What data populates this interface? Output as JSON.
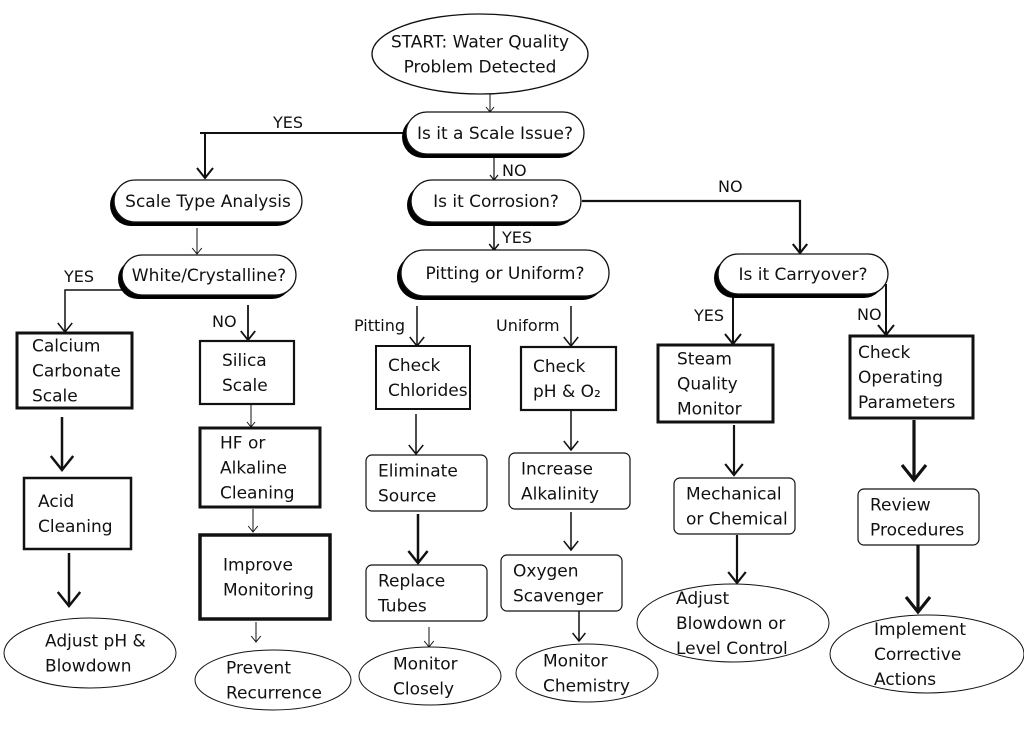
{
  "title": "Water Quality Troubleshooting Flowchart",
  "colors": {
    "stroke": "#111111",
    "background": "#ffffff",
    "shadow": "#000000"
  },
  "nodes": [
    {
      "id": "start",
      "type": "terminal",
      "lines": [
        "START: Water Quality",
        "Problem Detected"
      ]
    },
    {
      "id": "scale_q",
      "type": "decision",
      "lines": [
        "Is it a Scale Issue?"
      ]
    },
    {
      "id": "scale_type",
      "type": "decision",
      "lines": [
        "Scale Type Analysis"
      ]
    },
    {
      "id": "corrosion_q",
      "type": "decision",
      "lines": [
        "Is it Corrosion?"
      ]
    },
    {
      "id": "white_q",
      "type": "decision",
      "lines": [
        "White/Crystalline?"
      ]
    },
    {
      "id": "pitting_q",
      "type": "decision",
      "lines": [
        "Pitting or Uniform?"
      ]
    },
    {
      "id": "carryover_q",
      "type": "decision",
      "lines": [
        "Is it Carryover?"
      ]
    },
    {
      "id": "caco3",
      "type": "process",
      "lines": [
        "Calcium",
        "Carbonate",
        "Scale"
      ]
    },
    {
      "id": "silica",
      "type": "process",
      "lines": [
        "Silica",
        "Scale"
      ]
    },
    {
      "id": "chlorides",
      "type": "process",
      "lines": [
        "Check",
        "Chlorides"
      ]
    },
    {
      "id": "ph_o2",
      "type": "process",
      "lines": [
        "Check",
        "pH & O₂"
      ]
    },
    {
      "id": "steam",
      "type": "process",
      "lines": [
        "Steam",
        "Quality",
        "Monitor"
      ]
    },
    {
      "id": "operating",
      "type": "process",
      "lines": [
        "Check",
        "Operating",
        "Parameters"
      ]
    },
    {
      "id": "acid",
      "type": "process",
      "lines": [
        "Acid",
        "Cleaning"
      ]
    },
    {
      "id": "hf",
      "type": "process",
      "lines": [
        "HF or",
        "Alkaline",
        "Cleaning"
      ]
    },
    {
      "id": "improve",
      "type": "process",
      "lines": [
        "Improve",
        "Monitoring"
      ]
    },
    {
      "id": "eliminate",
      "type": "action",
      "lines": [
        "Eliminate",
        "Source"
      ]
    },
    {
      "id": "alkalinity",
      "type": "action",
      "lines": [
        "Increase",
        "Alkalinity"
      ]
    },
    {
      "id": "mech",
      "type": "action",
      "lines": [
        "Mechanical",
        "or Chemical"
      ]
    },
    {
      "id": "review",
      "type": "action",
      "lines": [
        "Review",
        "Procedures"
      ]
    },
    {
      "id": "replace",
      "type": "action",
      "lines": [
        "Replace",
        "Tubes"
      ]
    },
    {
      "id": "scavenger",
      "type": "action",
      "lines": [
        "Oxygen",
        "Scavenger"
      ]
    },
    {
      "id": "adjust_ph",
      "type": "end",
      "lines": [
        "Adjust pH &",
        "Blowdown"
      ]
    },
    {
      "id": "prevent",
      "type": "end",
      "lines": [
        "Prevent",
        "Recurrence"
      ]
    },
    {
      "id": "monitor_closely",
      "type": "end",
      "lines": [
        "Monitor",
        "Closely"
      ]
    },
    {
      "id": "monitor_chem",
      "type": "end",
      "lines": [
        "Monitor",
        "Chemistry"
      ]
    },
    {
      "id": "adjust_blowdown",
      "type": "end",
      "lines": [
        "Adjust",
        "Blowdown or",
        "Level Control"
      ]
    },
    {
      "id": "implement",
      "type": "end",
      "lines": [
        "Implement",
        "Corrective",
        "Actions"
      ]
    }
  ],
  "edges": [
    {
      "from": "start",
      "to": "scale_q",
      "label": ""
    },
    {
      "from": "scale_q",
      "to": "scale_type",
      "label": "YES"
    },
    {
      "from": "scale_q",
      "to": "corrosion_q",
      "label": "NO"
    },
    {
      "from": "scale_type",
      "to": "white_q",
      "label": ""
    },
    {
      "from": "corrosion_q",
      "to": "pitting_q",
      "label": "YES"
    },
    {
      "from": "corrosion_q",
      "to": "carryover_q",
      "label": "NO"
    },
    {
      "from": "white_q",
      "to": "caco3",
      "label": "YES"
    },
    {
      "from": "white_q",
      "to": "silica",
      "label": "NO"
    },
    {
      "from": "pitting_q",
      "to": "chlorides",
      "label": "Pitting"
    },
    {
      "from": "pitting_q",
      "to": "ph_o2",
      "label": "Uniform"
    },
    {
      "from": "carryover_q",
      "to": "steam",
      "label": "YES"
    },
    {
      "from": "carryover_q",
      "to": "operating",
      "label": "NO"
    },
    {
      "from": "caco3",
      "to": "acid",
      "label": ""
    },
    {
      "from": "acid",
      "to": "adjust_ph",
      "label": ""
    },
    {
      "from": "silica",
      "to": "hf",
      "label": ""
    },
    {
      "from": "hf",
      "to": "improve",
      "label": ""
    },
    {
      "from": "improve",
      "to": "prevent",
      "label": ""
    },
    {
      "from": "chlorides",
      "to": "eliminate",
      "label": ""
    },
    {
      "from": "eliminate",
      "to": "replace",
      "label": ""
    },
    {
      "from": "replace",
      "to": "monitor_closely",
      "label": ""
    },
    {
      "from": "ph_o2",
      "to": "alkalinity",
      "label": ""
    },
    {
      "from": "alkalinity",
      "to": "scavenger",
      "label": ""
    },
    {
      "from": "scavenger",
      "to": "monitor_chem",
      "label": ""
    },
    {
      "from": "steam",
      "to": "mech",
      "label": ""
    },
    {
      "from": "mech",
      "to": "adjust_blowdown",
      "label": ""
    },
    {
      "from": "operating",
      "to": "review",
      "label": ""
    },
    {
      "from": "review",
      "to": "implement",
      "label": ""
    }
  ]
}
